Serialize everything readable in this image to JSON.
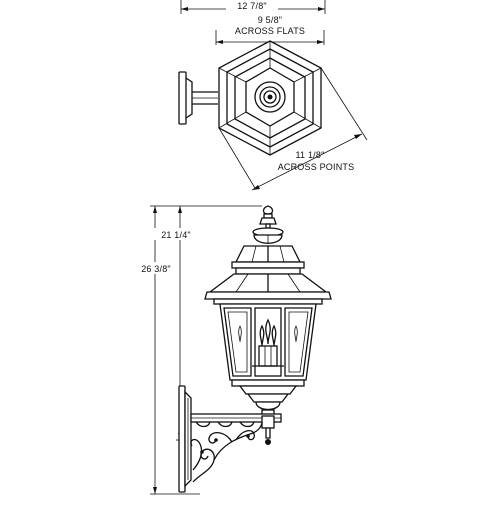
{
  "dimensions": {
    "overall_width": "12 7/8\"",
    "across_flats_value": "9 5/8\"",
    "across_flats_label": "ACROSS FLATS",
    "across_points_value": "11 1/8\"",
    "across_points_label": "ACROSS POINTS",
    "height_lantern": "21 1/4\"",
    "height_overall": "26 3/8\""
  }
}
